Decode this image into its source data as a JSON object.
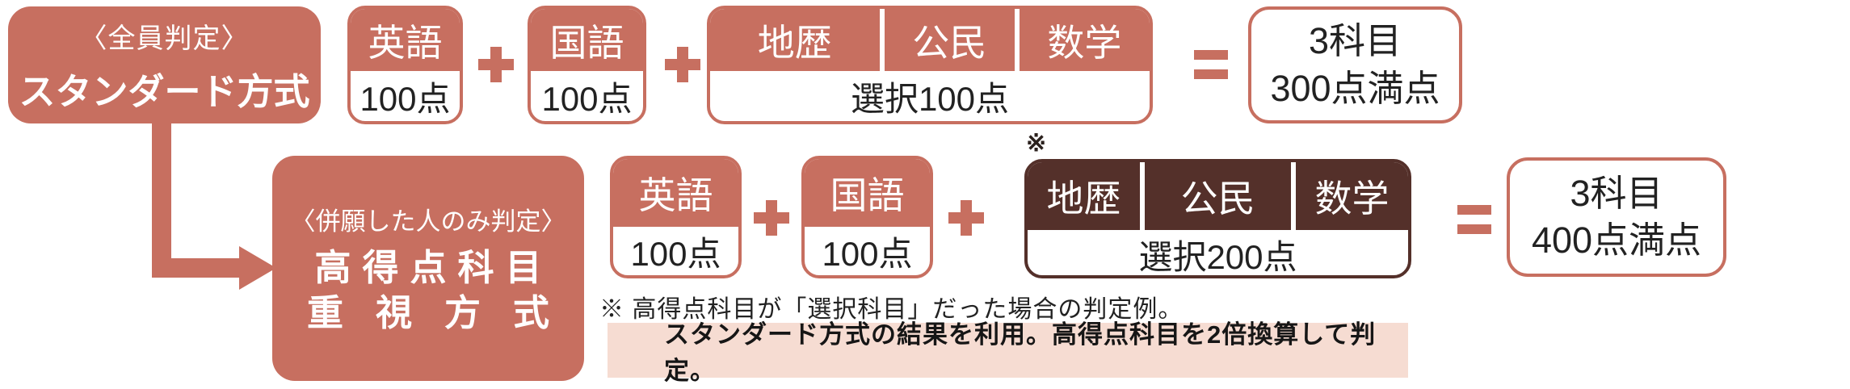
{
  "colors": {
    "salmon": "#c76f60",
    "dark_brown": "#54302a",
    "highlight_pink": "#f6dcd2",
    "text_dark": "#222222"
  },
  "icons": {
    "plus": "+",
    "equals": "=",
    "flow_arrow": "l-shaped-arrow-right"
  },
  "row1": {
    "method": {
      "tag": "〈全員判定〉",
      "name": "スタンダード方式"
    },
    "subjects": [
      {
        "labels": [
          "英語"
        ],
        "score": "100点"
      },
      {
        "labels": [
          "国語"
        ],
        "score": "100点"
      },
      {
        "labels": [
          "地歴",
          "公民",
          "数学"
        ],
        "score": "選択100点"
      }
    ],
    "result": {
      "line1": "3科目",
      "line2": "300点満点"
    }
  },
  "row2": {
    "method": {
      "tag": "〈併願した人のみ判定〉",
      "name_line1": "高得点科目",
      "name_line2": "重視方式"
    },
    "note_marker": "※",
    "subjects": [
      {
        "labels": [
          "英語"
        ],
        "score": "100点"
      },
      {
        "labels": [
          "国語"
        ],
        "score": "100点"
      },
      {
        "labels": [
          "地歴",
          "公民",
          "数学"
        ],
        "score": "選択200点"
      }
    ],
    "result": {
      "line1": "3科目",
      "line2": "400点満点"
    }
  },
  "footnote": "※ 高得点科目が「選択科目」だった場合の判定例。",
  "highlight_note": "スタンダード方式の結果を利用。高得点科目を2倍換算して判定。"
}
